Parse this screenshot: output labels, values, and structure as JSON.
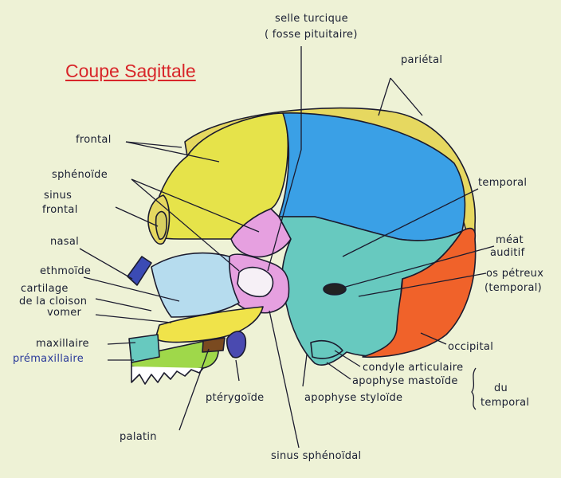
{
  "title": "Coupe Sagittale",
  "labels": {
    "selle_line1": "selle turcique",
    "selle_line2": "( fosse pituitaire)",
    "parietal": "pariétal",
    "frontal": "frontal",
    "sphenoide": "sphénoïde",
    "sinus_frontal_1": "sinus",
    "sinus_frontal_2": "frontal",
    "temporal": "temporal",
    "nasal": "nasal",
    "meat_1": "méat",
    "meat_2": "auditif",
    "os_petreux_1": "os pétreux",
    "os_petreux_2": "(temporal)",
    "ethmoide": "ethmoïde",
    "cartilage_1": "cartilage",
    "cartilage_2": "de la cloison",
    "vomer": "vomer",
    "maxillaire": "maxillaire",
    "premaxillaire": "prémaxillaire",
    "occipital": "occipital",
    "condyle": "condyle articulaire",
    "mastoide": "apophyse mastoïde",
    "du_temporal_1": "du",
    "du_temporal_2": "temporal",
    "styloide": "apophyse styloïde",
    "pterygoide": "ptérygoïde",
    "palatin": "palatin",
    "sinus_sphenoidal": "sinus sphénoïdal"
  },
  "colors": {
    "frontal": "#e6e34a",
    "parietal": "#3aa0e6",
    "sphenoide": "#e6a0e0",
    "temporal": "#67c9bf",
    "occipital": "#f0622a",
    "ethmoide": "#b6dcee",
    "nasal": "#3b4bb4",
    "maxillaire": "#f0e34a",
    "palatin": "#7a4a20",
    "premaxillaire": "#9fd84a",
    "pterygoide": "#4a4ab0",
    "cortex": "#e6d860",
    "title": "#d8262a"
  }
}
